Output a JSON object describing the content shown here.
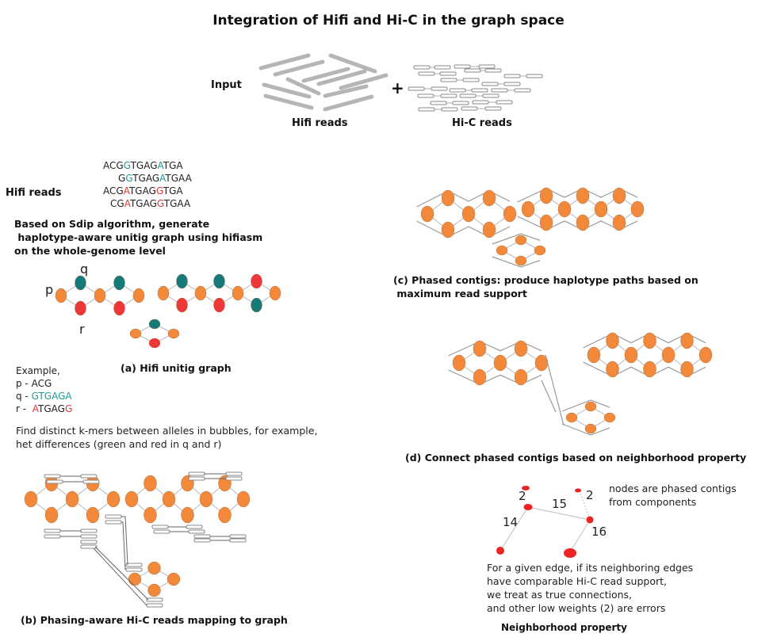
{
  "title": "Integration of Hifi and Hi-C in the graph space",
  "input": {
    "label": "Input",
    "plus": "+",
    "hifi_label": "Hifi reads",
    "hic_label": "Hi-C reads"
  },
  "colors": {
    "orange_node": "#f2883a",
    "teal_node": "#157a78",
    "red_node": "#ee3737",
    "edge": "#b8b8b8",
    "hifi_read": "#b5b5b5",
    "teal_text": "#1f9a9a",
    "red_text": "#ee3333"
  },
  "hifi_section": {
    "label": "Hifi reads",
    "reads": [
      [
        {
          "t": "ACG",
          "c": ""
        },
        {
          "t": "G",
          "c": "teal"
        },
        {
          "t": "TGAG",
          "c": ""
        },
        {
          "t": "A",
          "c": "teal"
        },
        {
          "t": "TGA",
          "c": ""
        }
      ],
      [
        {
          "t": "G",
          "c": ""
        },
        {
          "t": "G",
          "c": "teal"
        },
        {
          "t": "TGAG",
          "c": ""
        },
        {
          "t": "A",
          "c": "teal"
        },
        {
          "t": "TGAA",
          "c": ""
        }
      ],
      [
        {
          "t": "ACG",
          "c": ""
        },
        {
          "t": "A",
          "c": "red"
        },
        {
          "t": "TGAG",
          "c": ""
        },
        {
          "t": "G",
          "c": "red"
        },
        {
          "t": "TGA",
          "c": ""
        }
      ],
      [
        {
          "t": "CG",
          "c": ""
        },
        {
          "t": "A",
          "c": "red"
        },
        {
          "t": "TGAG",
          "c": ""
        },
        {
          "t": "G",
          "c": "red"
        },
        {
          "t": "TGAA",
          "c": ""
        }
      ]
    ],
    "description": [
      "Based on Sdip algorithm, generate",
      " haplotype-aware unitig graph using hifiasm",
      "on the whole-genome level"
    ]
  },
  "panel_a": {
    "node_labels": {
      "p": "p",
      "q": "q",
      "r": "r"
    },
    "caption": "(a) Hifi unitig graph",
    "example": [
      [
        {
          "t": "Example,",
          "c": ""
        }
      ],
      [
        {
          "t": "p - ACG",
          "c": ""
        }
      ],
      [
        {
          "t": "q - ",
          "c": ""
        },
        {
          "t": "G",
          "c": "teal"
        },
        {
          "t": "TGAG",
          "c": "teal"
        },
        {
          "t": "A",
          "c": "teal"
        }
      ],
      [
        {
          "t": "r -  ",
          "c": ""
        },
        {
          "t": "A",
          "c": "red"
        },
        {
          "t": "TGAG",
          "c": ""
        },
        {
          "t": "G",
          "c": "red"
        }
      ]
    ],
    "kmer_note": [
      "Find distinct k-mers between alleles in bubbles, for example,",
      "het differences (green and red in q and r)"
    ]
  },
  "panel_b": {
    "caption": "(b) Phasing-aware Hi-C reads mapping to graph"
  },
  "panel_c": {
    "caption": [
      "(c) Phased contigs: produce haplotype paths based on",
      " maximum read support"
    ]
  },
  "panel_d": {
    "caption": "(d) Connect phased contigs based on neighborhood property"
  },
  "neighborhood": {
    "edge_weights": [
      {
        "id": "w1",
        "label": "2"
      },
      {
        "id": "w2",
        "label": "15"
      },
      {
        "id": "w3",
        "label": "2"
      },
      {
        "id": "w4",
        "label": "14"
      },
      {
        "id": "w5",
        "label": "16"
      }
    ],
    "nodes_note": [
      "nodes are phased contigs",
      "from components"
    ],
    "explanation": [
      "For a given edge, if its neighboring edges",
      "have comparable Hi-C read support,",
      "we treat as true connections,",
      "and other low weights (2) are errors"
    ],
    "caption": "Neighborhood property"
  }
}
